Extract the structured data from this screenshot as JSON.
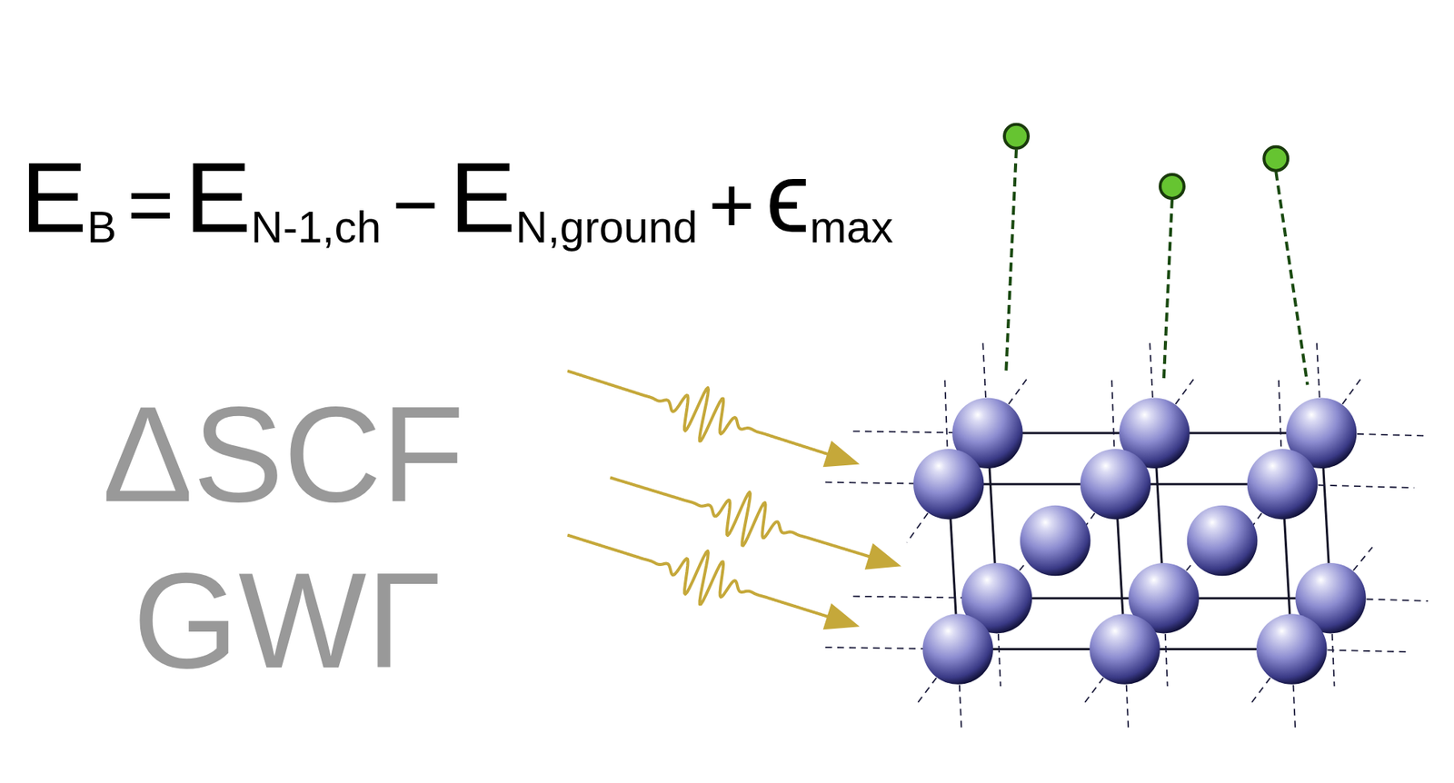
{
  "diagram": {
    "labels": [
      "E",
      "B",
      "=",
      "E",
      "N-1,ch",
      "−",
      "E",
      "N,ground",
      "+",
      "ϵ",
      "max",
      "ΔSCF",
      "GWΓ"
    ]
  }
}
